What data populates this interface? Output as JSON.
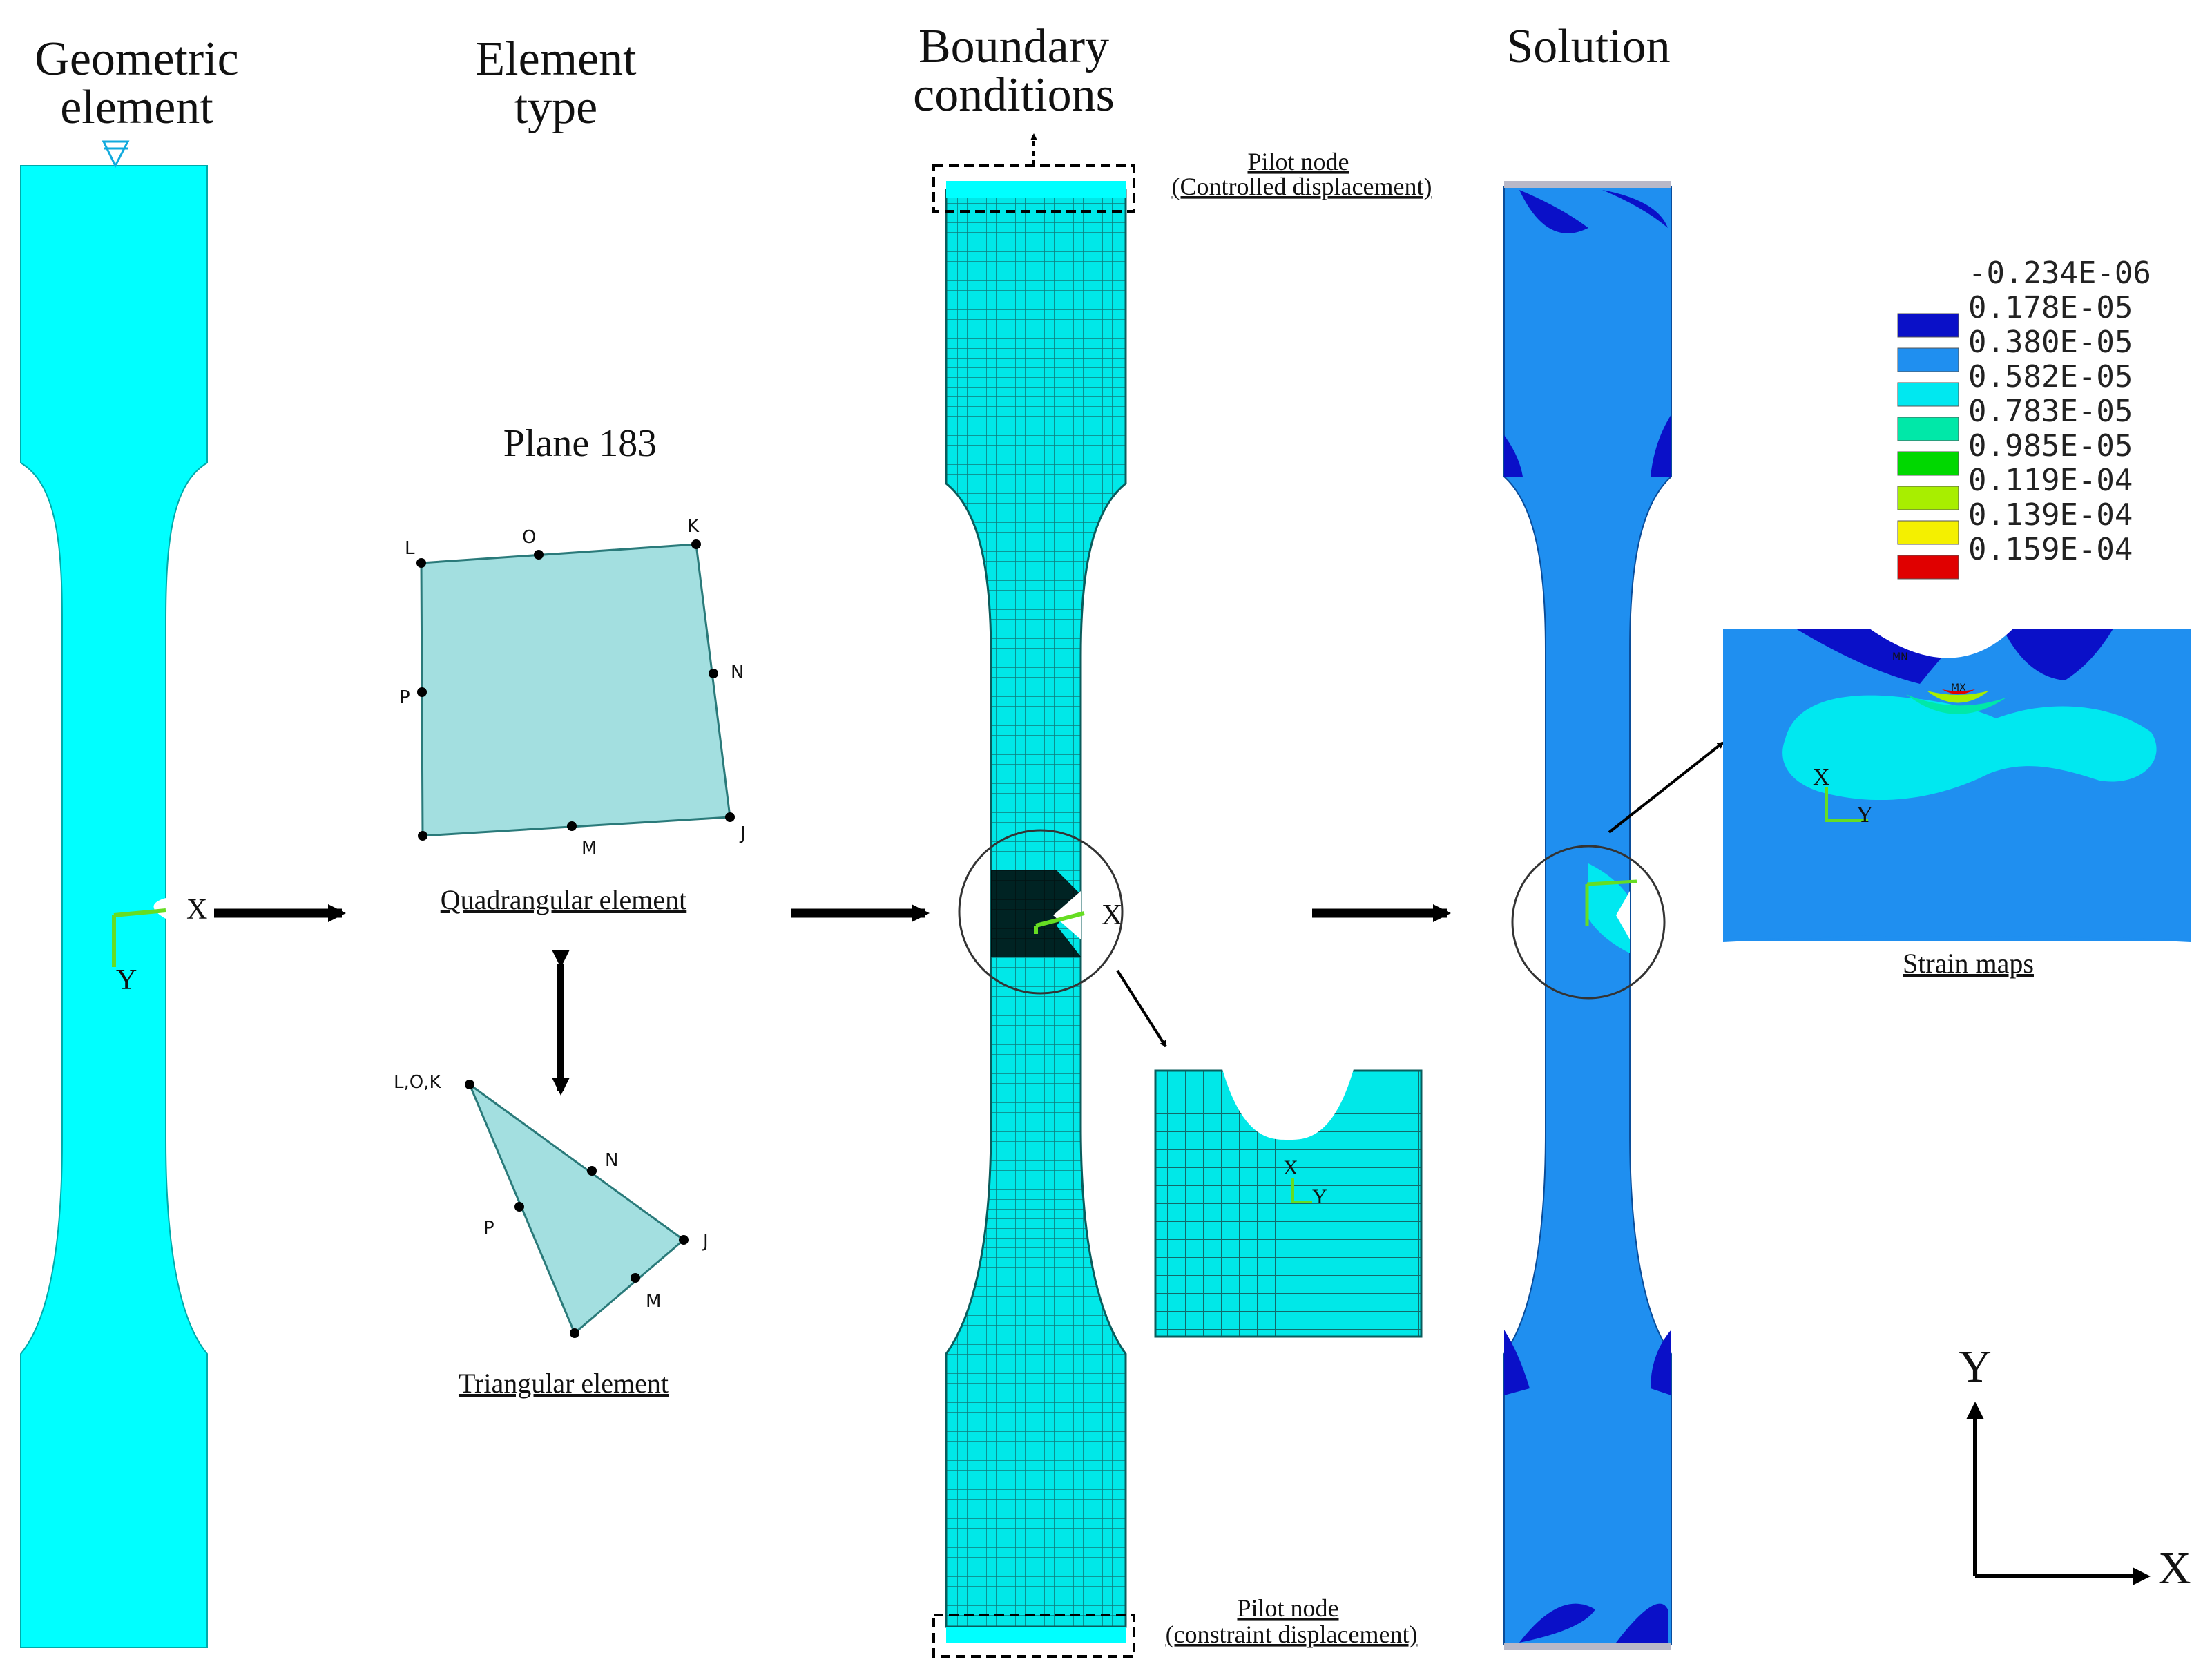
{
  "headings": {
    "geometric": [
      "Geometric",
      "element"
    ],
    "element_type": [
      "Element",
      "type"
    ],
    "boundary": [
      "Boundary",
      "conditions"
    ],
    "solution": "Solution"
  },
  "element_type": {
    "name": "Plane 183",
    "quad_caption": "Quadrangular  element",
    "tri_caption": "Triangular element",
    "quad_nodes": [
      "L",
      "O",
      "K",
      "N",
      "J",
      "M",
      "P"
    ],
    "tri_nodes": [
      "L,O,K",
      "N",
      "P",
      "J",
      "M"
    ]
  },
  "boundary": {
    "pilot_top": [
      "Pilot node",
      "(Controlled displacement)"
    ],
    "pilot_bottom": [
      "Pilot node",
      "(constraint displacement)"
    ]
  },
  "solution": {
    "strain_caption": "Strain maps",
    "mx_label": "MX",
    "mn_label": "MN",
    "legend": [
      {
        "label": "-0.234E-06",
        "color": "#ffffff"
      },
      {
        "label": "0.178E-05",
        "color": "#0a10c8"
      },
      {
        "label": "0.380E-05",
        "color": "#1f8ff0"
      },
      {
        "label": "0.582E-05",
        "color": "#00e8f0"
      },
      {
        "label": "0.783E-05",
        "color": "#00e8a8"
      },
      {
        "label": "0.985E-05",
        "color": "#00d800"
      },
      {
        "label": "0.119E-04",
        "color": "#a8ee00"
      },
      {
        "label": "0.139E-04",
        "color": "#f4f000"
      },
      {
        "label": "0.159E-04",
        "color": "#e00000"
      }
    ]
  },
  "axes": {
    "x": "X",
    "y": "Y"
  },
  "colors": {
    "specimen": "#00ffff",
    "mesh": "#10bcbc",
    "solution_bg": "#1f8ff0",
    "element_fill": "#a3dfe0"
  }
}
